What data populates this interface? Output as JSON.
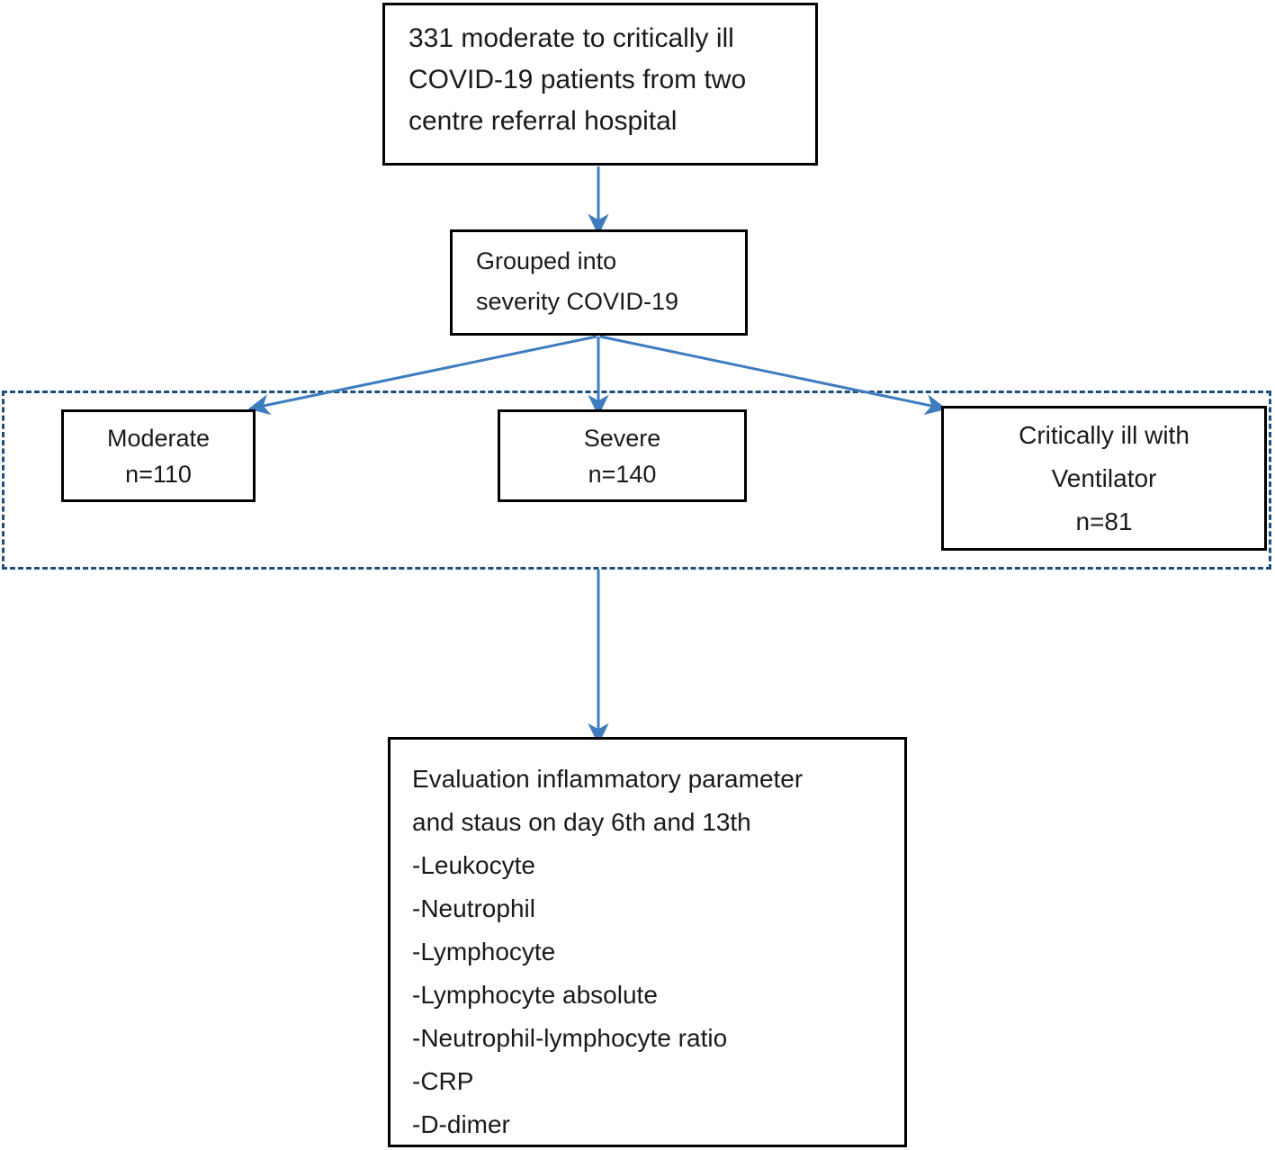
{
  "diagram": {
    "title": "COVID-19 patient severity stratification flowchart",
    "colors": {
      "box_border": "#000000",
      "box_fill": "#ffffff",
      "text": "#1a1a1a",
      "arrow": "#3e7cc0",
      "dashed_region_border": "#1f4e79",
      "background": "#ffffff"
    }
  },
  "nodes": {
    "source": {
      "name": "source-population-box",
      "lines": [
        "331 moderate to critically ill",
        "COVID-19 patients from two",
        "centre referral hospital"
      ]
    },
    "grouped": {
      "name": "grouping-step-box",
      "lines": [
        "Grouped into",
        "severity COVID-19"
      ]
    },
    "moderate": {
      "name": "moderate-group-box",
      "lines": [
        "Moderate",
        "n=110"
      ],
      "label": "Moderate",
      "count_label": "n=110",
      "count": 110
    },
    "severe": {
      "name": "severe-group-box",
      "lines": [
        "Severe",
        "n=140"
      ],
      "label": "Severe",
      "count_label": "n=140",
      "count": 140
    },
    "critical": {
      "name": "critically-ill-ventilator-group-box",
      "lines": [
        "Critically ill with",
        "Ventilator",
        "n=81"
      ],
      "label": "Critically ill with Ventilator",
      "count_label": "n=81",
      "count": 81
    },
    "evaluation": {
      "name": "evaluation-outcome-box",
      "lines": [
        "Evaluation inflammatory parameter",
        "and staus on day 6th and 13th",
        "-Leukocyte",
        "-Neutrophil",
        "-Lymphocyte",
        "-Lymphocyte absolute",
        "-Neutrophil-lymphocyte ratio",
        "-CRP",
        "-D-dimer"
      ],
      "heading": [
        "Evaluation inflammatory parameter",
        "and staus on day 6th and 13th"
      ],
      "parameters": [
        "-Leukocyte",
        "-Neutrophil",
        "-Lymphocyte",
        "-Lymphocyte absolute",
        "-Neutrophil-lymphocyte ratio",
        "-CRP",
        "-D-dimer"
      ]
    }
  },
  "edges": [
    {
      "name": "arrow-source-to-grouped",
      "from": "source",
      "to": "grouped"
    },
    {
      "name": "arrow-grouped-to-moderate",
      "from": "grouped",
      "to": "moderate"
    },
    {
      "name": "arrow-grouped-to-severe",
      "from": "grouped",
      "to": "severe"
    },
    {
      "name": "arrow-grouped-to-critical",
      "from": "grouped",
      "to": "critical"
    },
    {
      "name": "arrow-groups-to-evaluation",
      "from": "severity-group",
      "to": "evaluation"
    }
  ]
}
